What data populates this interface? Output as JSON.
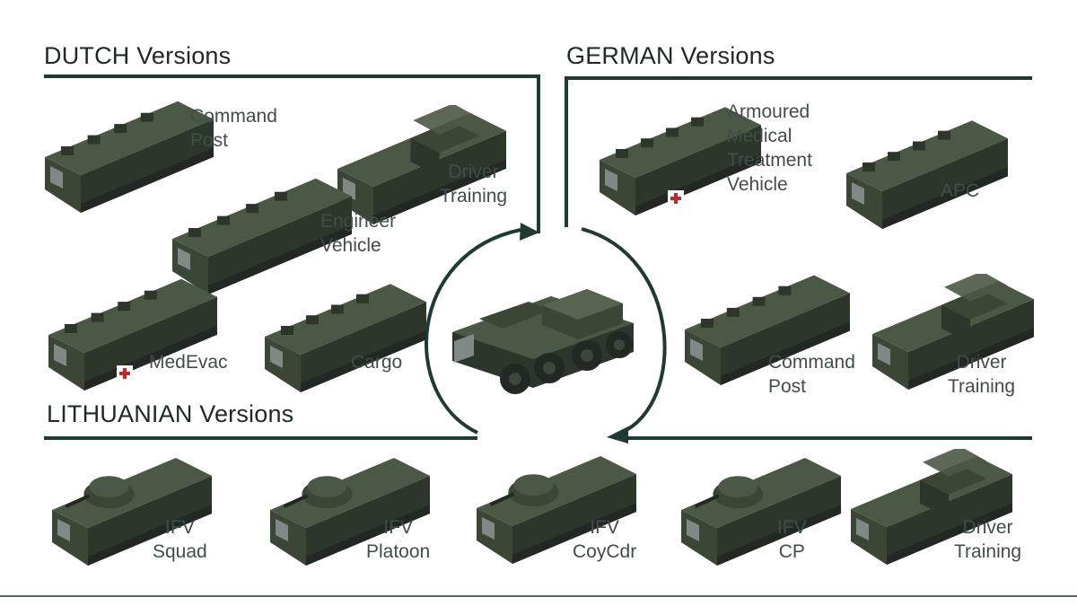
{
  "colors": {
    "frame_line": "#1f3a33",
    "hull": "#3b4637",
    "hull_side": "#2d362b",
    "hull_top": "#4c5846",
    "window": "#7f8a86",
    "bottom_rule": "#4f6b5d"
  },
  "sections": {
    "dutch": {
      "title": "DUTCH Versions",
      "variants": [
        {
          "lines": [
            "Command",
            "Post"
          ],
          "icon": "tracked-command-post-vehicle-icon"
        },
        {
          "lines": [
            "Driver",
            "Training"
          ],
          "icon": "tracked-driver-training-vehicle-icon"
        },
        {
          "lines": [
            "Engineer",
            "Vehicle"
          ],
          "icon": "tracked-engineer-vehicle-icon"
        },
        {
          "lines": [
            "MedEvac"
          ],
          "icon": "tracked-medevac-vehicle-icon"
        },
        {
          "lines": [
            "Cargo"
          ],
          "icon": "tracked-cargo-vehicle-icon"
        }
      ]
    },
    "german": {
      "title": "GERMAN Versions",
      "variants": [
        {
          "lines": [
            "Armoured",
            "Medical",
            "Treatment",
            "Vehicle"
          ],
          "icon": "tracked-medical-treatment-vehicle-icon"
        },
        {
          "lines": [
            "APC"
          ],
          "icon": "tracked-apc-vehicle-icon"
        },
        {
          "lines": [
            "Command",
            "Post"
          ],
          "icon": "tracked-command-post-vehicle-icon"
        },
        {
          "lines": [
            "Driver",
            "Training"
          ],
          "icon": "tracked-driver-training-vehicle-icon"
        }
      ]
    },
    "lithuanian": {
      "title": "LITHUANIAN Versions",
      "variants": [
        {
          "lines": [
            "IFV",
            "Squad"
          ],
          "icon": "tracked-ifv-squad-icon"
        },
        {
          "lines": [
            "IFV",
            "Platoon"
          ],
          "icon": "tracked-ifv-platoon-icon"
        },
        {
          "lines": [
            "IFV",
            "CoyCdr"
          ],
          "icon": "tracked-ifv-coycdr-icon"
        },
        {
          "lines": [
            "IFV",
            "CP"
          ],
          "icon": "tracked-ifv-cp-icon"
        },
        {
          "lines": [
            "Driver",
            "Training"
          ],
          "icon": "tracked-driver-training-vehicle-icon"
        }
      ]
    }
  },
  "center": {
    "icon": "wheeled-8x8-drive-module-icon"
  }
}
